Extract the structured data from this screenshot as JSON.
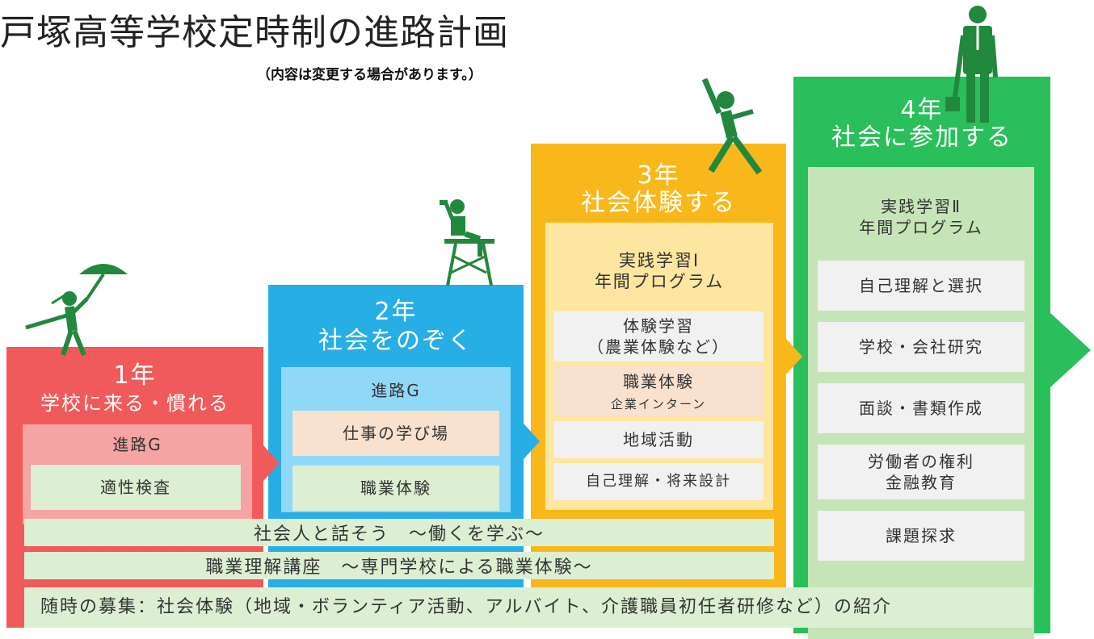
{
  "title": "戸塚高等学校定時制の進路計画",
  "note": "（内容は変更する場合があります。）",
  "colors": {
    "y1": "#f05a5a",
    "y2": "#27aee4",
    "y3": "#f8b81c",
    "y4": "#29bf5a",
    "figure": "#22883d"
  },
  "y1": {
    "year": "1年",
    "theme": "学校に来る・慣れる",
    "group": "進路G",
    "items": [
      "適性検査"
    ],
    "figure_icon": "person-with-umbrella-icon"
  },
  "y2": {
    "year": "2年",
    "theme": "社会をのぞく",
    "group": "進路G",
    "items": [
      "仕事の学び場",
      "職業体験"
    ],
    "figure_icon": "person-with-binoculars-icon"
  },
  "y3": {
    "year": "3年",
    "theme": "社会体験する",
    "program": "実践学習Ⅰ\n年間プログラム",
    "items": [
      {
        "main": "体験学習\n（農業体験など）"
      },
      {
        "main": "職業体験",
        "sub": "企業インターン"
      },
      {
        "main": "地域活動"
      },
      {
        "main": "自己理解・将来設計"
      }
    ],
    "figure_icon": "person-raising-fist-icon"
  },
  "y4": {
    "year": "4年",
    "theme": "社会に参加する",
    "program": "実践学習Ⅱ\n年間プログラム",
    "items": [
      "自己理解と選択",
      "学校・会社研究",
      "面談・書類作成",
      "労働者の権利\n金融教育",
      "課題探求"
    ],
    "figure_icon": "businessman-with-briefcase-icon"
  },
  "bars": [
    "社会人と話そう　～働くを学ぶ～",
    "職業理解講座　～専門学校による職業体験～"
  ],
  "footer": "随時の募集：社会体験（地域・ボランティア活動、アルバイト、介護職員初任者研修など）の紹介"
}
